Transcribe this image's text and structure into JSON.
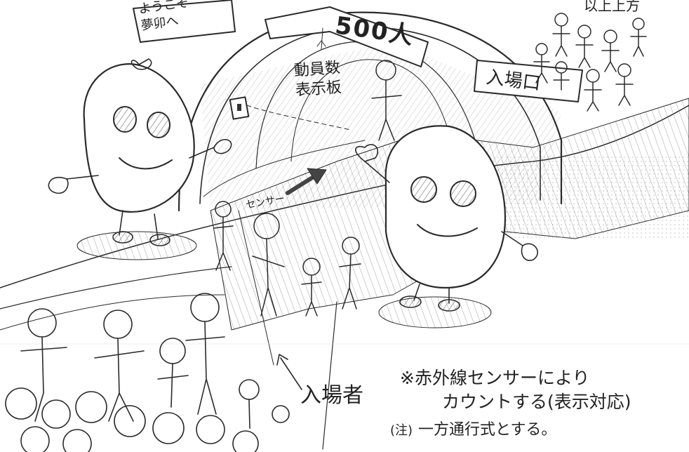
{
  "signs": {
    "welcome_line1": "ようこそ",
    "welcome_line2": "夢卯へ",
    "counter": "500人",
    "board_line1": "動員数",
    "board_line2": "表示板",
    "entrance": "入場口",
    "topright": "以上上方"
  },
  "labels": {
    "sensor": "センサー",
    "visitors": "入場者"
  },
  "notes": {
    "line1": "※赤外線センサーにより",
    "line2": "カウントする(表示対応)",
    "line3_prefix": "(注)",
    "line3": "一方通行式とする。"
  }
}
